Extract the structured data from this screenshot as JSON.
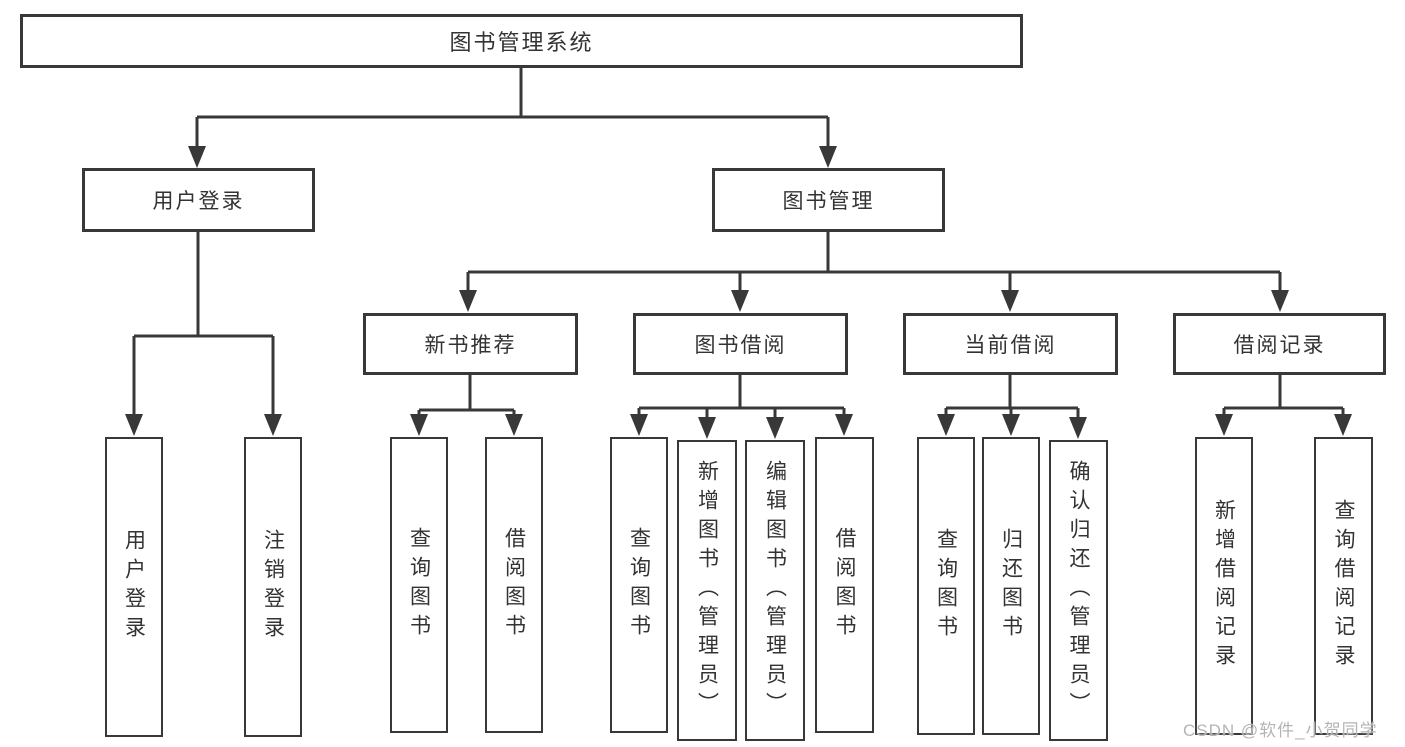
{
  "diagram": {
    "type": "org-tree",
    "line_color": "#383838",
    "box_fill": "#ffffff",
    "text_color": "#333333",
    "tree": {
      "root": {
        "label": "图书管理系统"
      },
      "branches": [
        {
          "label": "用户登录",
          "children": [
            {
              "label": "用户登录"
            },
            {
              "label": "注销登录"
            }
          ]
        },
        {
          "label": "图书管理",
          "children": [
            {
              "label": "新书推荐",
              "children": [
                {
                  "label": "查询图书"
                },
                {
                  "label": "借阅图书"
                }
              ]
            },
            {
              "label": "图书借阅",
              "children": [
                {
                  "label": "查询图书"
                },
                {
                  "label": "新增图书（管理员）"
                },
                {
                  "label": "编辑图书（管理员）"
                },
                {
                  "label": "借阅图书"
                }
              ]
            },
            {
              "label": "当前借阅",
              "children": [
                {
                  "label": "查询图书"
                },
                {
                  "label": "归还图书"
                },
                {
                  "label": "确认归还（管理员）"
                }
              ]
            },
            {
              "label": "借阅记录",
              "children": [
                {
                  "label": "新增借阅记录"
                },
                {
                  "label": "查询借阅记录"
                }
              ]
            }
          ]
        }
      ]
    }
  },
  "watermark": {
    "text": "CSDN @软件_小贺同学",
    "color": "#b4b4b4"
  }
}
